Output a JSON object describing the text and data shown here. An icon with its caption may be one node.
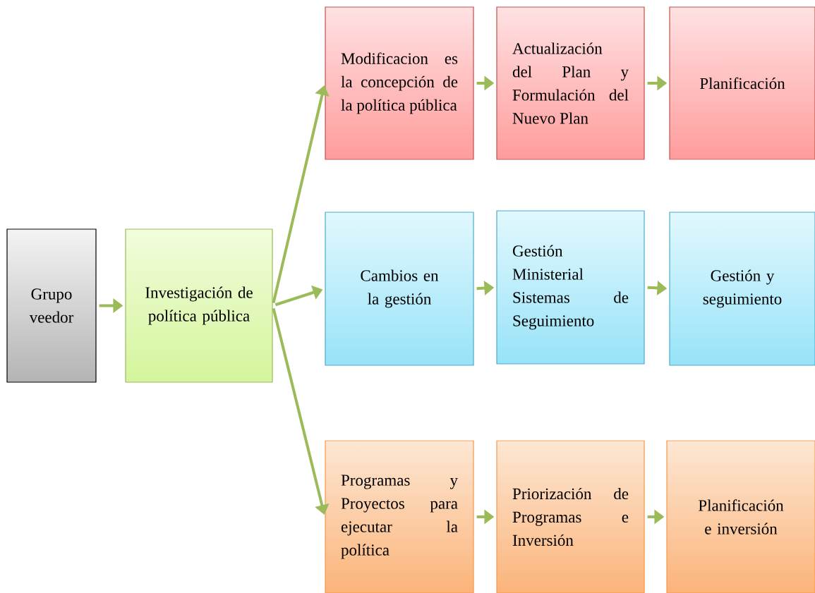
{
  "diagram": {
    "nodes": [
      {
        "text": [
          "Grupo veedor"
        ]
      },
      {
        "text": [
          "Investigación de política pública"
        ]
      },
      {
        "text": [
          "Modificacion es la concepción de la política pública"
        ]
      },
      {
        "text": [
          "Actualización del Plan y Formulación del Nuevo Plan"
        ]
      },
      {
        "text": [
          "Planificación"
        ]
      },
      {
        "text": [
          "Cambios en la gestión"
        ]
      },
      {
        "text": [
          "Gestión Ministerial Sistemas de Seguimiento"
        ]
      },
      {
        "text": [
          "Gestión y seguimiento"
        ]
      },
      {
        "text": [
          "Programas y Proyectos para ejecutar la política"
        ]
      },
      {
        "text": [
          "Priorización de Programas e Inversión"
        ]
      },
      {
        "text": [
          "Planificación e inversión"
        ]
      }
    ],
    "edges": [
      {
        "from": 0,
        "to": 1,
        "arrow": "to"
      },
      {
        "from": 1,
        "to": 2,
        "arrow": "to"
      },
      {
        "from": 1,
        "to": 5,
        "arrow": "to"
      },
      {
        "from": 1,
        "to": 8,
        "arrow": "to"
      },
      {
        "from": 2,
        "to": 3,
        "arrow": "to"
      },
      {
        "from": 3,
        "to": 4,
        "arrow": "to"
      },
      {
        "from": 5,
        "to": 6,
        "arrow": "to"
      },
      {
        "from": 6,
        "to": 7,
        "arrow": "to"
      },
      {
        "from": 8,
        "to": 9,
        "arrow": "to"
      },
      {
        "from": 9,
        "to": 10,
        "arrow": "to"
      }
    ]
  }
}
